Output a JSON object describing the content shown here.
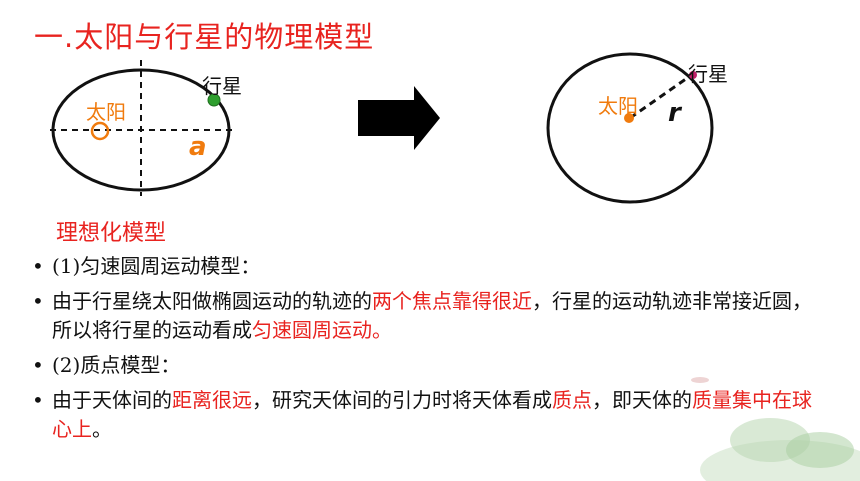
{
  "title": "一.太阳与行星的物理模型",
  "left_diagram": {
    "sun_label": "太阳",
    "planet_label": "行星",
    "axis_label": "a"
  },
  "right_diagram": {
    "sun_label": "太阳",
    "planet_label": "行星",
    "radius_label": "r"
  },
  "subtitle": "理想化模型",
  "bullets": [
    {
      "segments": [
        {
          "text": "(1)匀速圆周运动模型：",
          "red": false
        }
      ]
    },
    {
      "segments": [
        {
          "text": "由于行星绕太阳做椭圆运动的轨迹的",
          "red": false
        },
        {
          "text": "两个焦点靠得很近",
          "red": true
        },
        {
          "text": "，行星的运动轨迹非常接近圆，所以将行星的运动看成",
          "red": false
        },
        {
          "text": "匀速圆周运动。",
          "red": true
        }
      ]
    },
    {
      "segments": [
        {
          "text": "(2)质点模型：",
          "red": false
        }
      ]
    },
    {
      "segments": [
        {
          "text": "由于天体间的",
          "red": false
        },
        {
          "text": "距离很远",
          "red": true
        },
        {
          "text": "，研究天体间的引力时将天体看成",
          "red": false
        },
        {
          "text": "质点",
          "red": true
        },
        {
          "text": "，即天体的",
          "red": false
        },
        {
          "text": "质量集中在球心上",
          "red": true
        },
        {
          "text": "。",
          "red": false
        }
      ]
    }
  ],
  "colors": {
    "red": "#e8231f",
    "orange": "#f07b0e",
    "green": "#2e9e2e",
    "planet_pink": "#c0206a"
  }
}
